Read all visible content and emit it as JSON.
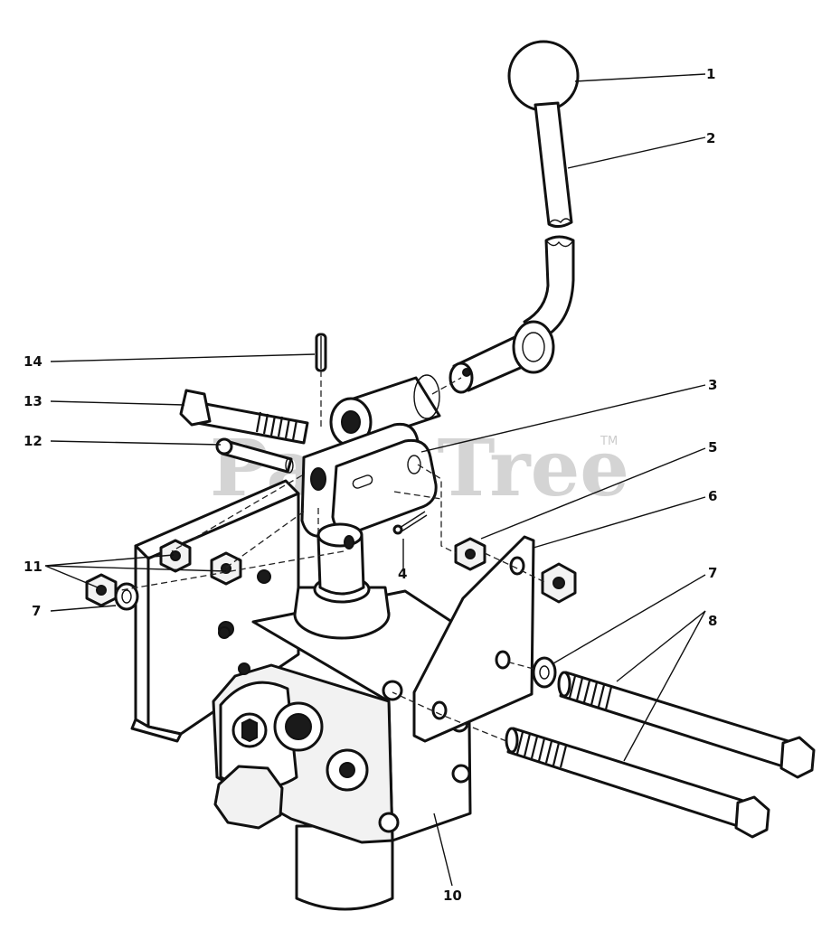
{
  "watermark": {
    "text": "PartsTree",
    "mark": "TM"
  },
  "callouts": [
    {
      "id": "c1",
      "label": "1"
    },
    {
      "id": "c2",
      "label": "2"
    },
    {
      "id": "c3",
      "label": "3"
    },
    {
      "id": "c4",
      "label": "4"
    },
    {
      "id": "c5",
      "label": "5"
    },
    {
      "id": "c6",
      "label": "6"
    },
    {
      "id": "c7a",
      "label": "7"
    },
    {
      "id": "c7b",
      "label": "7"
    },
    {
      "id": "c8",
      "label": "8"
    },
    {
      "id": "c10",
      "label": "10"
    },
    {
      "id": "c11",
      "label": "11"
    },
    {
      "id": "c12",
      "label": "12"
    },
    {
      "id": "c13",
      "label": "13"
    },
    {
      "id": "c14",
      "label": "14"
    }
  ]
}
